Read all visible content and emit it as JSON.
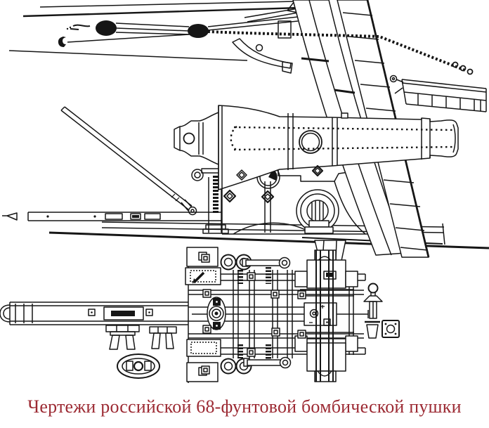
{
  "page": {
    "background_color": "#ffffff"
  },
  "figure": {
    "ink_color": "#161616",
    "views": [
      "side-elevation-view",
      "carriage-plan-view",
      "fittings-detail-view"
    ]
  },
  "caption": {
    "text": "Чертежи российской 68-фунтовой бомбической пушки",
    "color": "#9c2a33"
  }
}
